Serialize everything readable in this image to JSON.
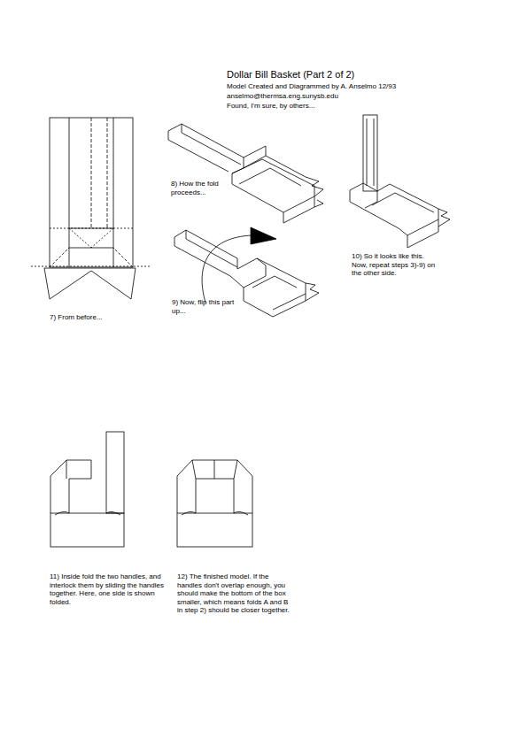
{
  "diagram": {
    "title": "Dollar Bill Basket (Part 2 of 2)",
    "labels": [
      "Model Created and Diagrammed by A. Anselmo 12/93",
      "anselmo@thermsa.eng.sunysb.edu",
      "Found, I'm sure, by others...",
      "8) How the fold proceeds...",
      "9) Now, flip this part up...",
      "10) So it looks like this. Now, repeat steps 3)-9) on the other side.",
      "7) From before...",
      "11) Inside fold the two handles, and interlock them by sliding the handles together. Here, one side is shown folded.",
      "12) The finished model. If the handles don't overlap enough, you should make the bottom of the box smaller, which means folds A and B in step 2) should be closer together."
    ]
  }
}
